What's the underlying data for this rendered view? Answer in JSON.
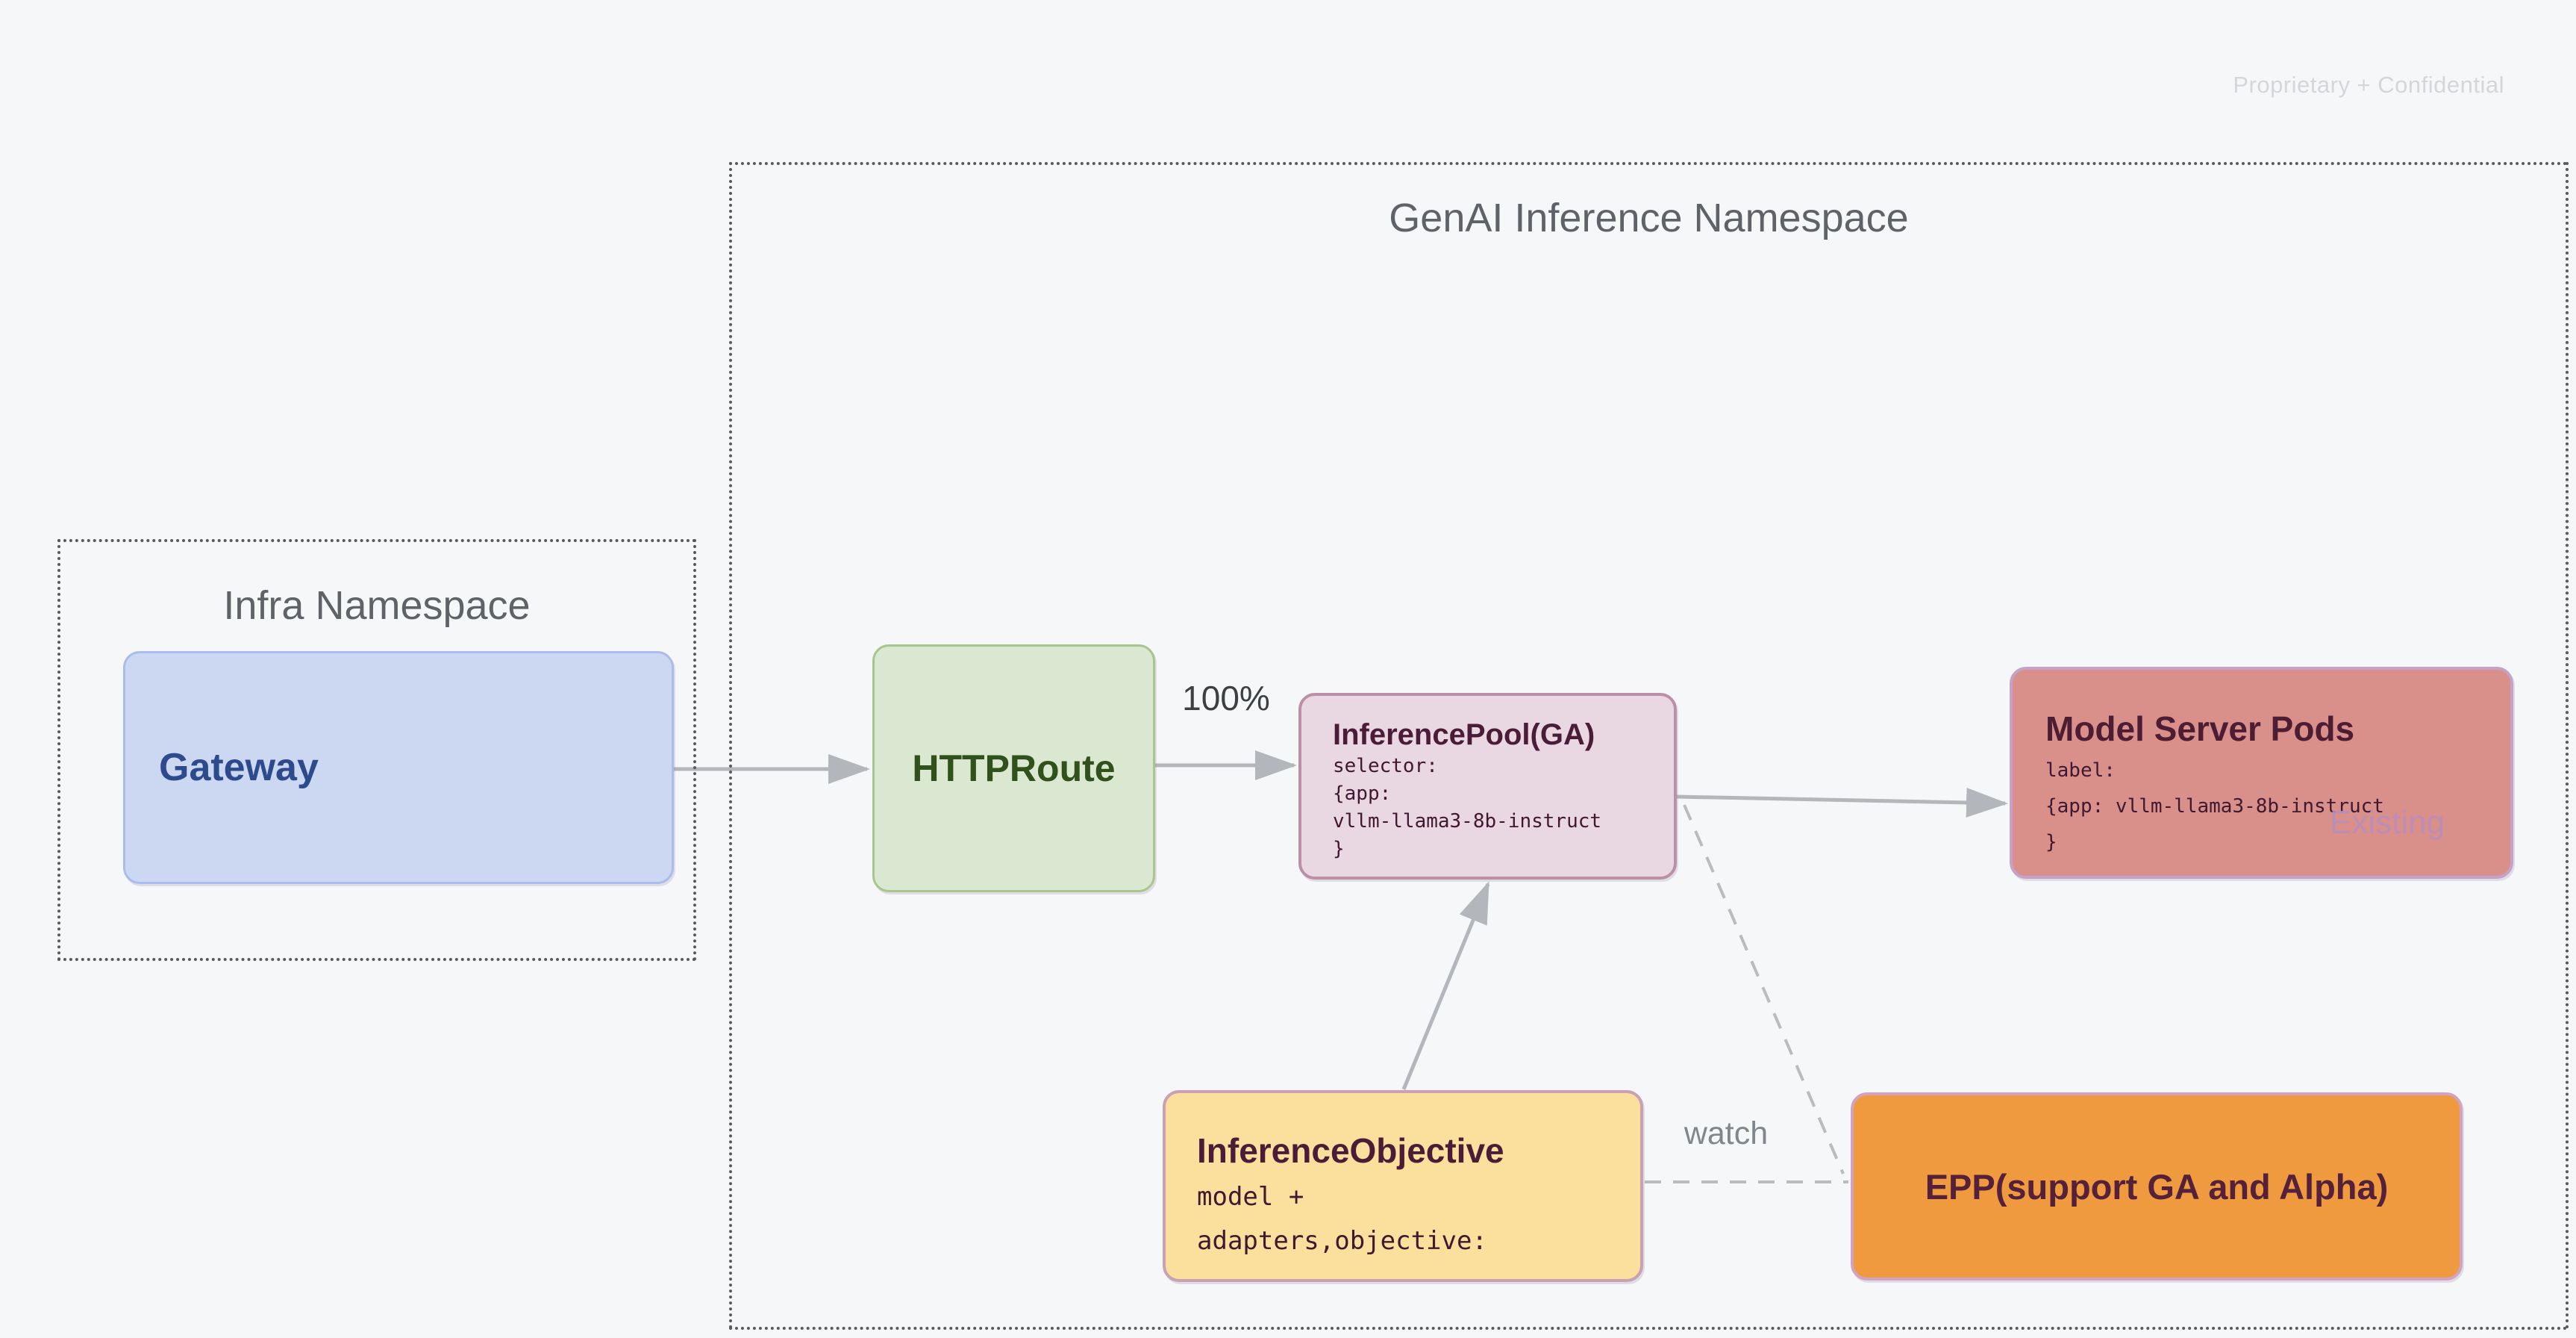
{
  "watermark": "Proprietary + Confidential",
  "genai_namespace": {
    "title": "GenAI Inference Namespace"
  },
  "infra_namespace": {
    "title": "Infra Namespace"
  },
  "nodes": {
    "gateway": {
      "label": "Gateway"
    },
    "httproute": {
      "label": "HTTPRoute"
    },
    "inference_pool": {
      "title": "InferencePool(GA)",
      "code_lines": [
        "selector:",
        "{app:",
        "vllm-llama3-8b-instruct",
        "}"
      ]
    },
    "model_server_pods": {
      "title": "Model Server Pods",
      "code_lines": [
        "label:",
        "{app: vllm-llama3-8b-instruct",
        "}"
      ],
      "badge": "Existing"
    },
    "inference_objective": {
      "title": "InferenceObjective",
      "code_lines": [
        "model +",
        "adapters,objective:"
      ]
    },
    "epp": {
      "label": "EPP(support GA and Alpha)"
    }
  },
  "edge_labels": {
    "httproute_weight": "100%",
    "watch": "watch"
  },
  "colors": {
    "background": "#f6f7f9",
    "namespace_border": "#59595c",
    "namespace_title": "#5f6368",
    "arrow": "#b3b6ba",
    "dashed": "#b9bcbf",
    "gateway_fill": "#ccd8f2",
    "gateway_border": "#a9bced",
    "gateway_text": "#2c4a8c",
    "httproute_fill": "#dbe8d1",
    "httproute_border": "#a6c68e",
    "httproute_text": "#30511c",
    "pool_fill": "#e9d8e1",
    "pool_border": "#bd8fa6",
    "pool_text": "#4b1c37",
    "pods_fill": "#d98f8a",
    "pods_border": "#c4a3c9",
    "pods_text": "#4d1d33",
    "existing_text": "#b98ebd",
    "objective_fill": "#fadf9d",
    "objective_border": "#c9a0b4",
    "epp_fill": "#ef9a3e",
    "epp_border": "#d2a2c4",
    "epp_text": "#54203a",
    "watermark_text": "#d5d6da"
  }
}
